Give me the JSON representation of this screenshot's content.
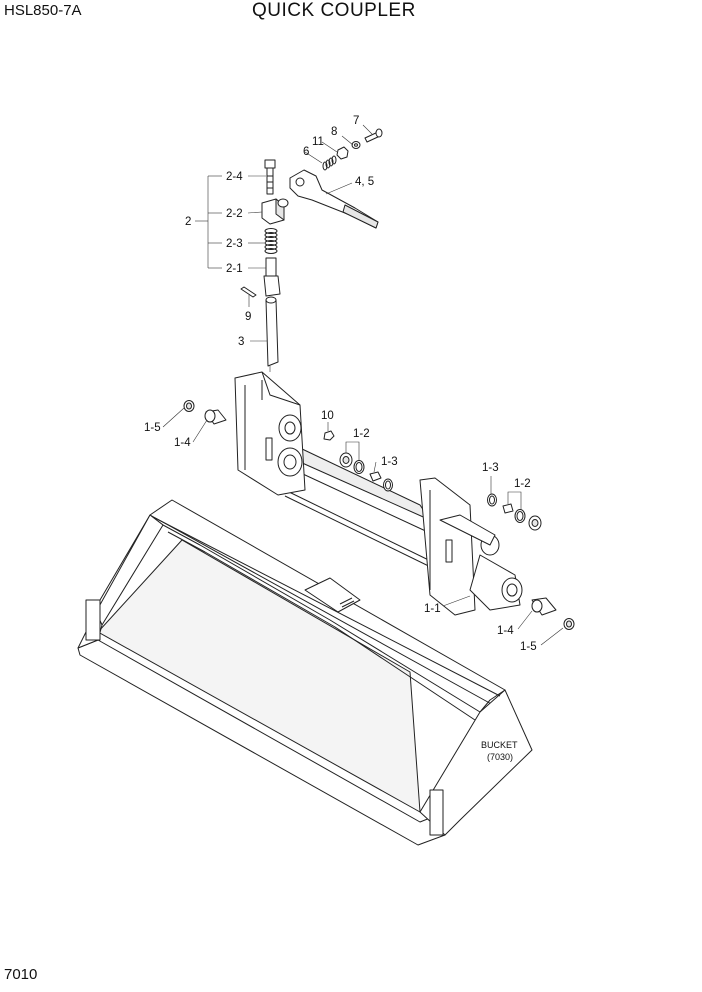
{
  "header": {
    "model": "HSL850-7A",
    "title": "QUICK COUPLER"
  },
  "footer": {
    "page_number": "7010"
  },
  "callouts": {
    "c7": "7",
    "c8": "8",
    "c11": "11",
    "c6": "6",
    "c45": "4, 5",
    "c2_4": "2-4",
    "c2_2": "2-2",
    "c2": "2",
    "c2_3": "2-3",
    "c2_1": "2-1",
    "c9": "9",
    "c3": "3",
    "c10": "10",
    "c1_2a": "1-2",
    "c1_3a": "1-3",
    "c1_5a": "1-5",
    "c1_4a": "1-4",
    "c1_3b": "1-3",
    "c1_2b": "1-2",
    "c1_1": "1-1",
    "c1_4b": "1-4",
    "c1_5b": "1-5"
  },
  "bucket": {
    "label_line1": "BUCKET",
    "label_line2": "(7030)"
  }
}
